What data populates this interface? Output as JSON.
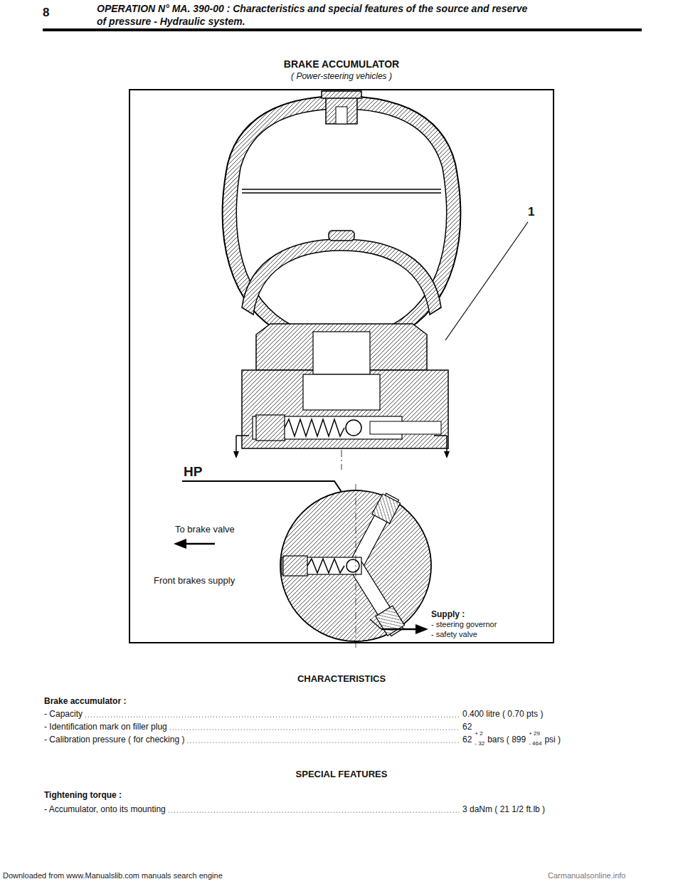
{
  "diagram": {
    "title": "BRAKE ACCUMULATOR",
    "labels": [
      "8",
      "OPERATION N° MA. 390-00 : Characteristics and special features of the source and reserve of pressure - Hydraulic system.",
      "( Power-steering vehicles )",
      "1",
      "HP",
      "To brake valve",
      "Front brakes supply",
      "Supply :",
      "- steering governor",
      "- safety valve",
      "CHARACTERISTICS",
      "Brake accumulator :",
      "- Capacity",
      "0.400 litre ( 0.70 pts )",
      "- Identification mark on filler plug",
      "62",
      "- Calibration pressure ( for checking )",
      "62",
      "+ 2",
      "- 32",
      "bars ( 899",
      "+ 29",
      "- 464",
      "psi )",
      "SPECIAL FEATURES",
      "Tightening torque :",
      "- Accumulator, onto its mounting",
      "3 daNm ( 21 1/2 ft.lb )",
      "Downloaded from www.Manualslib.com manuals search engine",
      "Carmanualsonline.info"
    ]
  }
}
